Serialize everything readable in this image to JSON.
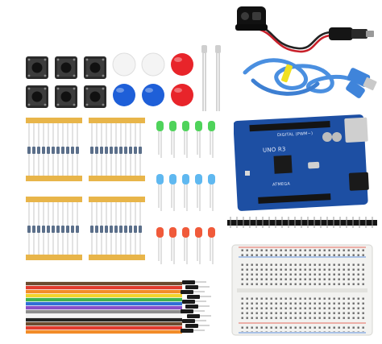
{
  "board": {
    "brand_text": "UNO R3",
    "sub_text": "DIGITAL (PWM~)",
    "chip_text": "ATMEGA"
  },
  "colors": {
    "background": "#ffffff",
    "pcb_blue": "#1d4fa3",
    "pcb_dark": "#123a80",
    "cable_blue": "#4a8fe0",
    "header_black": "#141414",
    "tape": "#e8b54a",
    "led_green": "#4fd35b",
    "led_blue": "#5fb8f0",
    "led_red": "#f05a3a",
    "cap_white": "#f4f4f4",
    "cap_blue": "#1e5fd8",
    "cap_red": "#e8242a",
    "breadboard": "#f2f2f0"
  },
  "components": [
    {
      "name": "battery-snap-connector"
    },
    {
      "name": "tactile-push-buttons",
      "count": 6
    },
    {
      "name": "button-caps",
      "count": 6
    },
    {
      "name": "ldr-photoresistors",
      "count": 2
    },
    {
      "name": "usb-cable"
    },
    {
      "name": "resistor-strips",
      "count": 4
    },
    {
      "name": "leds",
      "count": 15
    },
    {
      "name": "uno-development-board"
    },
    {
      "name": "pin-header-strip"
    },
    {
      "name": "jumper-wire-bundle"
    },
    {
      "name": "mini-breadboard"
    }
  ]
}
